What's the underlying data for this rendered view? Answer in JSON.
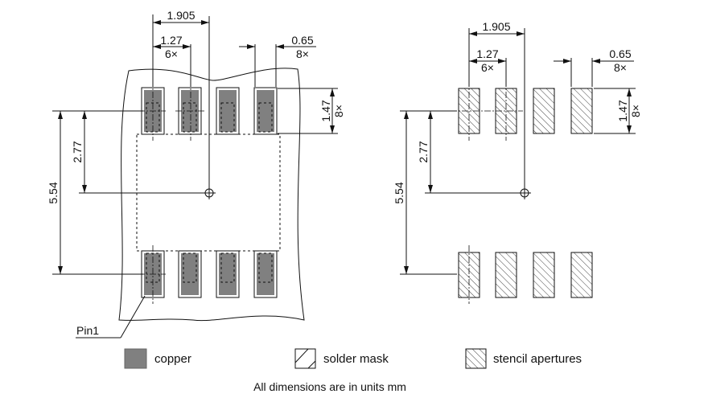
{
  "dimensions": {
    "pitch_offset": "1.905",
    "pitch": "1.27",
    "pitch_count": "6×",
    "pad_width": "0.65",
    "pad_width_count": "8×",
    "pad_length": "1.47",
    "pad_length_count": "8×",
    "half_span": "2.77",
    "span": "5.54"
  },
  "pin1_label": "Pin1",
  "legend": [
    {
      "label": "copper",
      "color": "#808080"
    },
    {
      "label": "solder mask"
    },
    {
      "label": "stencil apertures"
    }
  ],
  "footer": "All dimensions are in units mm",
  "colors": {
    "copper": "#808080",
    "line": "#111111"
  }
}
